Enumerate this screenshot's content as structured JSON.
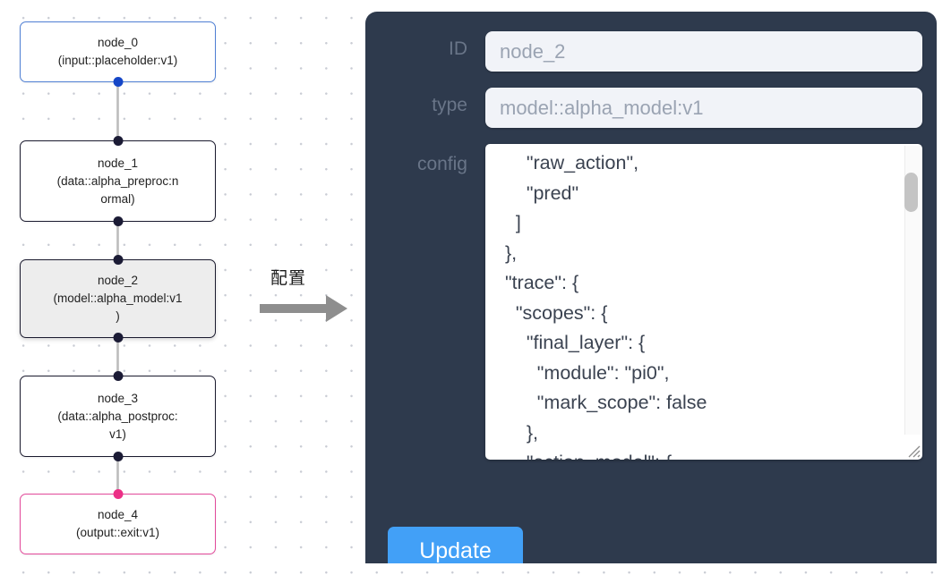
{
  "graph": {
    "nodes": [
      {
        "id": "node_0",
        "title": "node_0",
        "subtitle": "(input::placeholder:v1)",
        "kind": "input",
        "selected": false
      },
      {
        "id": "node_1",
        "title": "node_1",
        "subtitle": "(data::alpha_preproc:n\normal)",
        "kind": "default",
        "selected": false
      },
      {
        "id": "node_2",
        "title": "node_2",
        "subtitle": "(model::alpha_model:v1\n)",
        "kind": "model",
        "selected": true
      },
      {
        "id": "node_3",
        "title": "node_3",
        "subtitle": "(data::alpha_postproc:\nv1)",
        "kind": "default",
        "selected": false
      },
      {
        "id": "node_4",
        "title": "node_4",
        "subtitle": "(output::exit:v1)",
        "kind": "output",
        "selected": false
      }
    ],
    "node_labels": [
      "node_0\n(input::placeholder:v1)",
      "node_1\n(data::alpha_preproc:n\normal)",
      "node_2\n(model::alpha_model:v1\n)",
      "node_3\n(data::alpha_postproc:\nv1)",
      "node_4\n(output::exit:v1)"
    ],
    "edges": [
      {
        "from": "node_0",
        "to": "node_1"
      },
      {
        "from": "node_1",
        "to": "node_2"
      },
      {
        "from": "node_2",
        "to": "node_3"
      },
      {
        "from": "node_3",
        "to": "node_4"
      }
    ],
    "colors": {
      "input_border": "#4f7fd4",
      "output_border": "#e2499a",
      "default_border": "#1a1a2e",
      "selected_fill": "#ededed",
      "edge_line": "#b8b8b8",
      "handle": "#1b1b35",
      "handle_blue": "#1546c7",
      "handle_pink": "#ec2f86"
    }
  },
  "annotation": {
    "label": "配置",
    "arrow": "right-arrow"
  },
  "panel": {
    "background_color": "#2e3a4d",
    "fields": [
      {
        "key": "id",
        "label": "ID",
        "value": "node_2"
      },
      {
        "key": "type",
        "label": "type",
        "value": "model::alpha_model:v1"
      },
      {
        "key": "config",
        "label": "config",
        "value": ""
      }
    ],
    "id_label": "ID",
    "id_value": "node_2",
    "type_label": "type",
    "type_value": "model::alpha_model:v1",
    "config_label": "config",
    "config_value": "      \"raw_action\",\n      \"pred\"\n    ]\n  },\n  \"trace\": {\n    \"scopes\": {\n      \"final_layer\": {\n        \"module\": \"pi0\",\n        \"mark_scope\": false\n      },\n      \"action_model\": {",
    "config_lines": [
      "      \"raw_action\",",
      "      \"pred\"",
      "    ]",
      "  },",
      "  \"trace\": {",
      "    \"scopes\": {",
      "      \"final_layer\": {",
      "        \"module\": \"pi0\",",
      "        \"mark_scope\": false",
      "      },",
      "      \"action_model\": {"
    ],
    "update_label": "Update",
    "update_color": "#42a0f7"
  }
}
